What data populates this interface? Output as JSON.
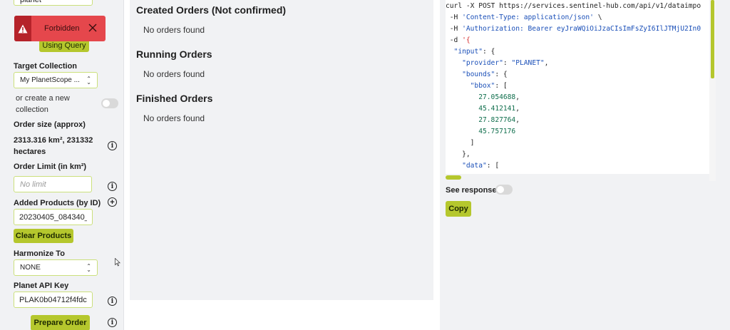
{
  "left_panel": {
    "top_partial_value": "planet",
    "using_query_label": "Using Query",
    "target_collection_label": "Target Collection",
    "target_collection_value": "My PlanetScope ...",
    "create_new_label_1": "or create a new",
    "create_new_label_2": "collection",
    "order_size_label": "Order size (approx)",
    "order_size_value_1": "2313.316 km², 231332",
    "order_size_value_2": "hectares",
    "order_limit_label": "Order Limit (in km²)",
    "order_limit_placeholder": "No limit",
    "added_products_label": "Added Products (by ID)",
    "added_products_value": "20230405_084340_",
    "clear_products_label": "Clear Products",
    "harmonize_label": "Harmonize To",
    "harmonize_value": "NONE",
    "api_key_label": "Planet API Key",
    "api_key_value": "PLAK0b04712f4fdc",
    "prepare_order_label": "Prepare Order",
    "info_glyph": "i",
    "plus_glyph": "+"
  },
  "toast": {
    "message": "Forbidden",
    "color": "#e5474c"
  },
  "orders": {
    "created_title": "Created Orders (Not confirmed)",
    "created_empty": "No orders found",
    "running_title": "Running Orders",
    "running_empty": "No orders found",
    "finished_title": "Finished Orders",
    "finished_empty": "No orders found"
  },
  "request_panel": {
    "code_lines": [
      [
        {
          "t": "curl -X POST https://services.sentinel-hub.com/api/v1/dataimpo",
          "c": "def"
        }
      ],
      [
        {
          "t": " -H ",
          "c": "def"
        },
        {
          "t": "'Content-Type: application/json'",
          "c": "str"
        },
        {
          "t": " \\",
          "c": "def"
        }
      ],
      [
        {
          "t": " -H ",
          "c": "def"
        },
        {
          "t": "'Authorization: Bearer eyJraWQiOiJzaCIsImFsZyI6IlJTMjU2In0",
          "c": "str"
        }
      ],
      [
        {
          "t": " -d ",
          "c": "def"
        },
        {
          "t": "'{",
          "c": "red"
        }
      ],
      [
        {
          "t": "  ",
          "c": "def"
        },
        {
          "t": "\"input\"",
          "c": "str"
        },
        {
          "t": ": {",
          "c": "def"
        }
      ],
      [
        {
          "t": "    ",
          "c": "def"
        },
        {
          "t": "\"provider\"",
          "c": "str"
        },
        {
          "t": ": ",
          "c": "def"
        },
        {
          "t": "\"PLANET\"",
          "c": "str"
        },
        {
          "t": ",",
          "c": "def"
        }
      ],
      [
        {
          "t": "    ",
          "c": "def"
        },
        {
          "t": "\"bounds\"",
          "c": "str"
        },
        {
          "t": ": {",
          "c": "def"
        }
      ],
      [
        {
          "t": "      ",
          "c": "def"
        },
        {
          "t": "\"bbox\"",
          "c": "str"
        },
        {
          "t": ": [",
          "c": "def"
        }
      ],
      [
        {
          "t": "        ",
          "c": "def"
        },
        {
          "t": "27.054688",
          "c": "num"
        },
        {
          "t": ",",
          "c": "def"
        }
      ],
      [
        {
          "t": "        ",
          "c": "def"
        },
        {
          "t": "45.412141",
          "c": "num"
        },
        {
          "t": ",",
          "c": "def"
        }
      ],
      [
        {
          "t": "        ",
          "c": "def"
        },
        {
          "t": "27.827764",
          "c": "num"
        },
        {
          "t": ",",
          "c": "def"
        }
      ],
      [
        {
          "t": "        ",
          "c": "def"
        },
        {
          "t": "45.757176",
          "c": "num"
        }
      ],
      [
        {
          "t": "      ]",
          "c": "def"
        }
      ],
      [
        {
          "t": "    },",
          "c": "def"
        }
      ],
      [
        {
          "t": "    ",
          "c": "def"
        },
        {
          "t": "\"data\"",
          "c": "str"
        },
        {
          "t": ": [",
          "c": "def"
        }
      ]
    ],
    "see_response_label": "See response",
    "copy_label": "Copy"
  },
  "colors": {
    "accent": "#b5c72d",
    "panel_bg": "#f1f2f4",
    "error": "#e5474c"
  }
}
